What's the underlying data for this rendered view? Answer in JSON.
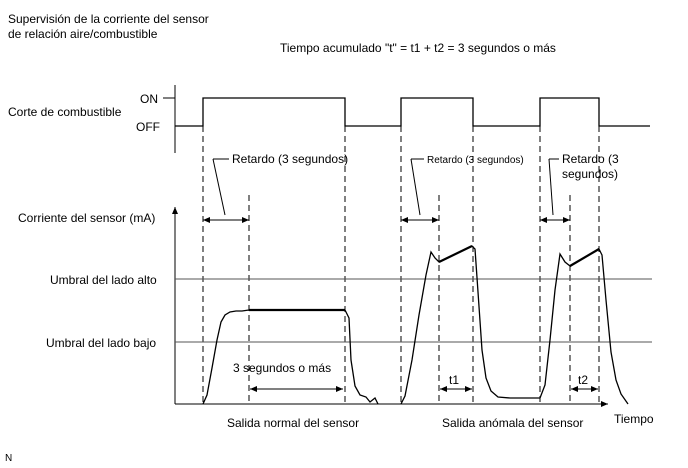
{
  "title_line1": "Supervisión de la corriente del sensor",
  "title_line2": "de relación aire/combustible",
  "formula": "Tiempo acumulado \"t\" = t1 + t2 = 3 segundos o más",
  "fuel_cut_label": "Corte de combustible",
  "on_label": "ON",
  "off_label": "OFF",
  "delay_1": "Retardo (3 segundos)",
  "delay_2": "Retardo (3 segundos)",
  "delay_3_line1": "Retardo (3",
  "delay_3_line2": "segundos)",
  "sensor_current_label": "Corriente del sensor (mA)",
  "high_threshold_label": "Umbral del lado alto",
  "low_threshold_label": "Umbral del lado bajo",
  "three_seconds_label": "3 segundos o más",
  "t1_label": "t1",
  "t2_label": "t2",
  "normal_output_label": "Salida normal del sensor",
  "abnormal_output_label": "Salida anómala del sensor",
  "time_label": "Tiempo",
  "corner_mark": "N"
}
